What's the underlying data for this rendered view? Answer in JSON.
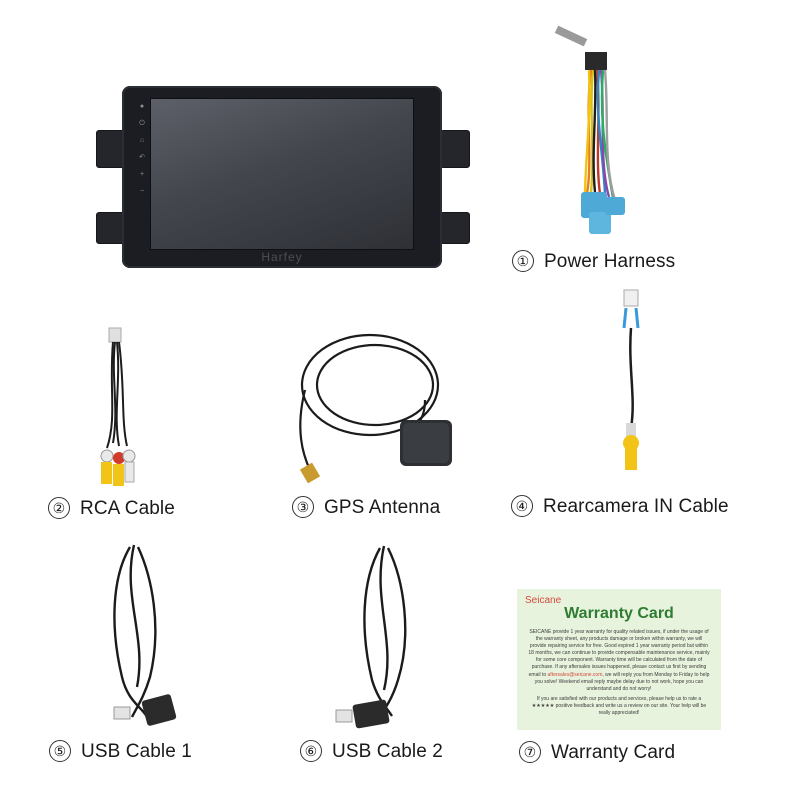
{
  "items": [
    {
      "num": "①",
      "label": "Power Harness"
    },
    {
      "num": "②",
      "label": "RCA Cable"
    },
    {
      "num": "③",
      "label": "GPS Antenna"
    },
    {
      "num": "④",
      "label": "Rearcamera IN Cable"
    },
    {
      "num": "⑤",
      "label": "USB Cable 1"
    },
    {
      "num": "⑥",
      "label": "USB Cable 2"
    },
    {
      "num": "⑦",
      "label": "Warranty Card"
    }
  ],
  "head_unit": {
    "brand": "Harfey",
    "side_icons": [
      "mic-icon",
      "power-icon",
      "home-icon",
      "back-icon",
      "volume-up-icon",
      "volume-down-icon"
    ]
  },
  "warranty_card": {
    "brand": "Seicane",
    "title": "Warranty Card",
    "paragraph1": "SEICANE provide 1 year warranty for quality related issues, if under the usage of the warranty sheet, any products damage or broken within warranty, we will provide repairing service for free. Good expired 1 year warranty period but within 18 months, we can continue to provide compensable maintenance service, mainly for some core component. Warranty time will be calculated from the date of purchase. If any aftersales issues happened, please contact us first by sending email to",
    "email": "aftersales@seicane.com",
    "paragraph1_end": ", we will reply you from Monday to Friday to help you solve! Weekend email reply maybe delay due to not work, hope you can understand and do not worry!",
    "paragraph2": "If you are satisfied with our products and services, please help us to rate a ★★★★★ positive feedback and write us a review on our site. Your help will be really appreciated!"
  },
  "colors": {
    "rca_yellow": "#f2c417",
    "rca_white": "#e9e9e9",
    "rca_red": "#d23a2a",
    "connector_blue": "#4fa9d6",
    "card_green": "#2e7d32",
    "card_bg": "#e8f3de"
  }
}
